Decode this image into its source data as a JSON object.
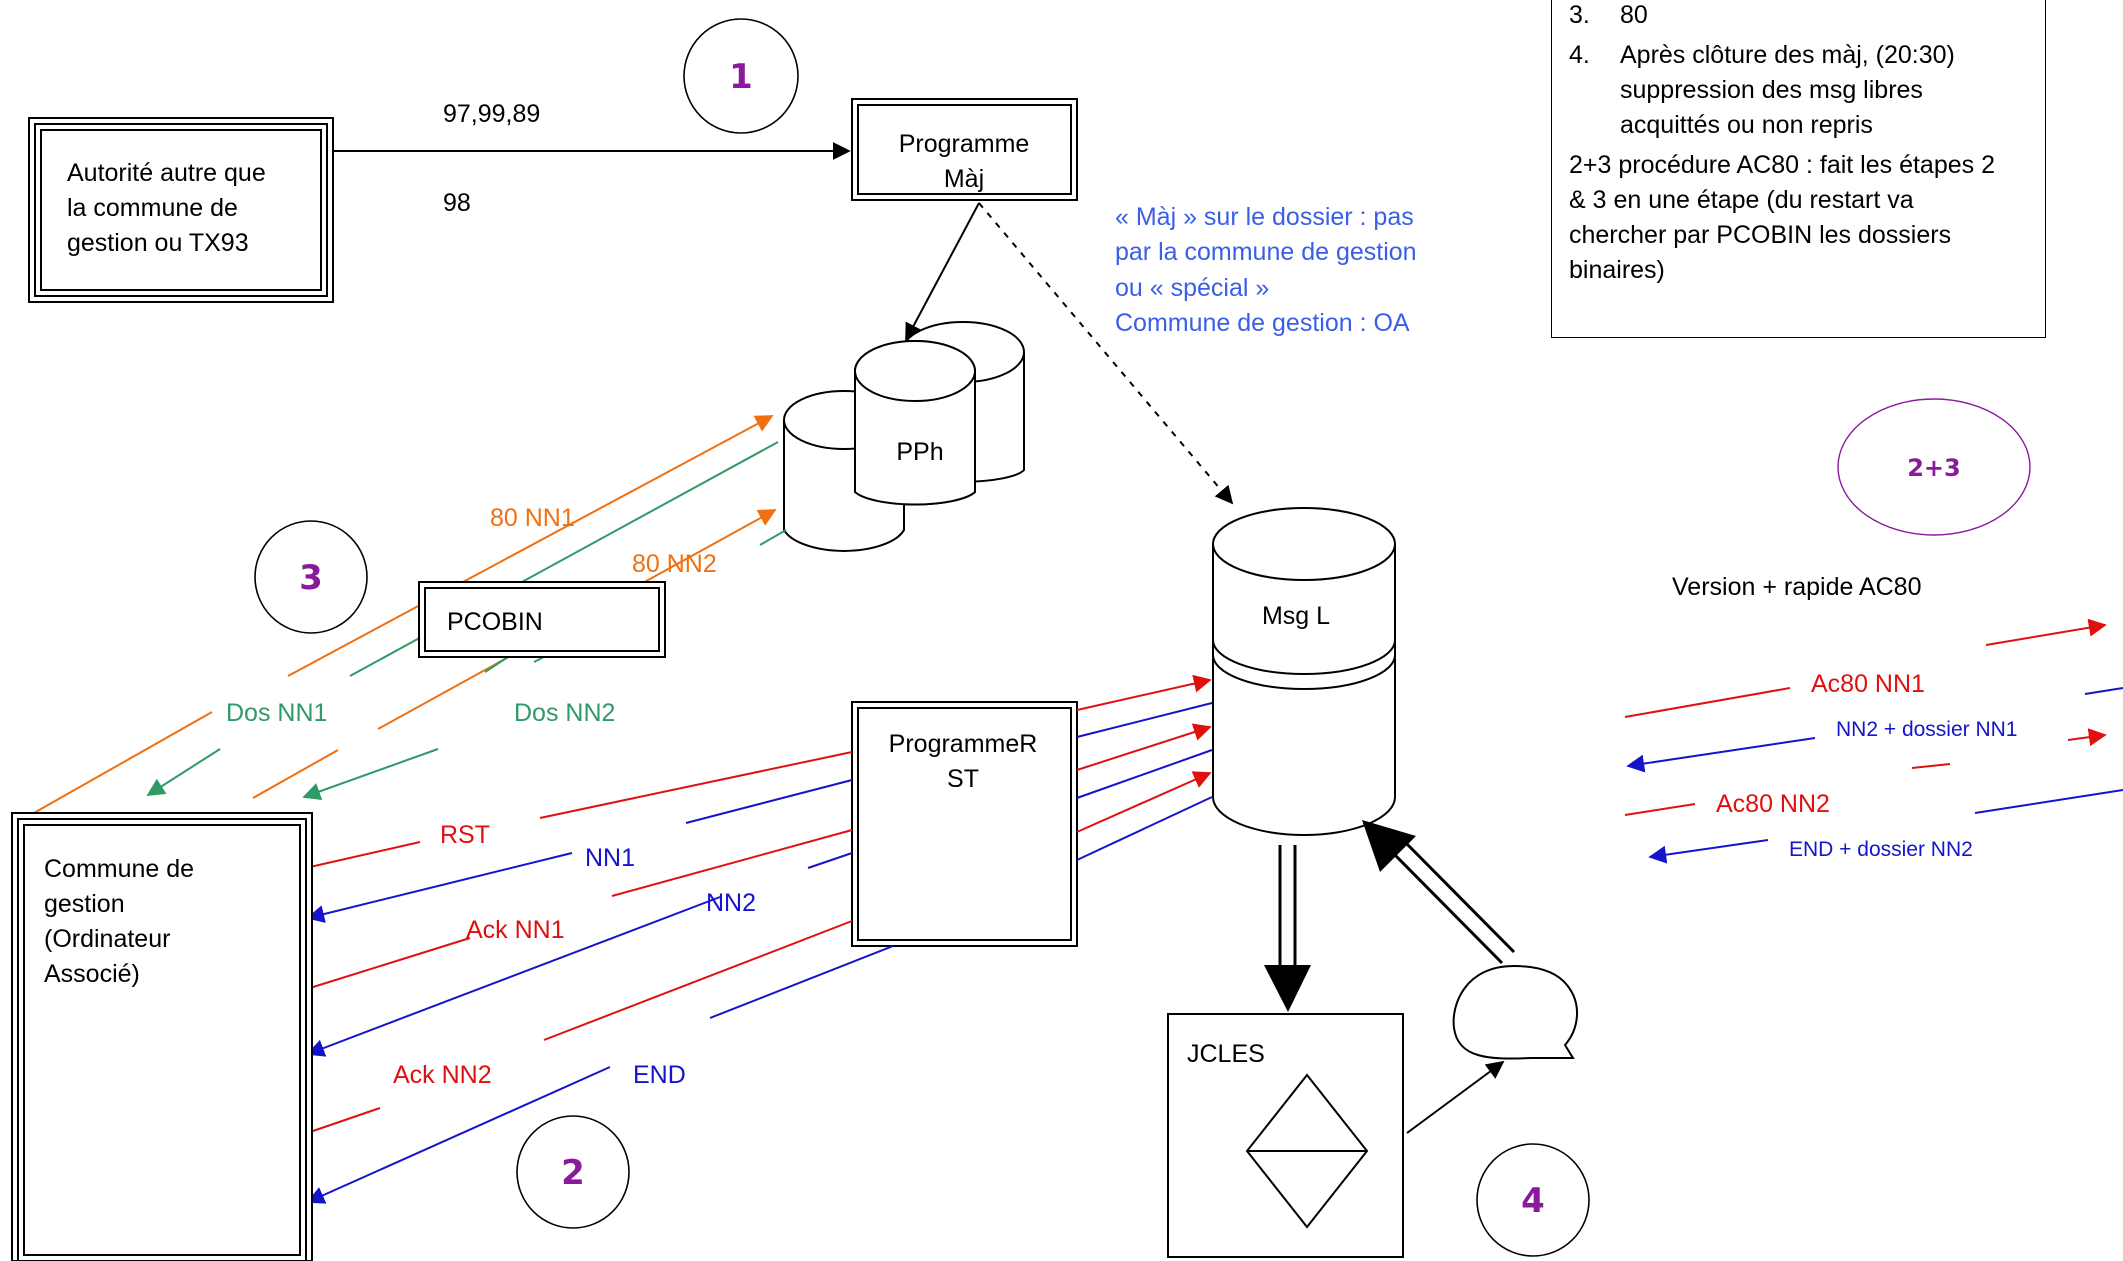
{
  "source": {
    "title_lines": [
      "Autorité autre que",
      "la commune de",
      "gestion ou TX93"
    ],
    "codes_top": "97,99,89",
    "codes_bottom": "98"
  },
  "programme_maj": {
    "lines": [
      "Programme",
      "Màj"
    ]
  },
  "note_blue": {
    "lines": [
      "« Màj » sur le dossier : pas",
      "par la commune de gestion",
      "ou « spécial »",
      "Commune de gestion : OA"
    ],
    "color": "#3a5ee8"
  },
  "pph": {
    "label": "PPh"
  },
  "msg": {
    "label": "Msg L"
  },
  "pcobin": {
    "label": "PCOBIN"
  },
  "programme_rst": {
    "lines": [
      "ProgrammeR",
      "ST"
    ]
  },
  "commune": {
    "lines": [
      "Commune de",
      "gestion",
      "(Ordinateur",
      "Associé)"
    ]
  },
  "jcles": {
    "label": "JCLES"
  },
  "step_numbers": {
    "one": "1",
    "two": "2",
    "three": "3",
    "four": "4",
    "two_three": "2+3"
  },
  "flow_labels": {
    "nn1_80": "80 NN1",
    "nn2_80": "80 NN2",
    "dos_nn1": "Dos NN1",
    "dos_nn2": "Dos NN2",
    "rst": "RST",
    "nn1": "NN1",
    "ack_nn1": "Ack NN1",
    "nn2": "NN2",
    "ack_nn2": "Ack NN2",
    "end": "END"
  },
  "notes": {
    "item3_num": "3.",
    "item3_text": "80",
    "item4_num": "4.",
    "item4_lines": [
      "Après clôture des màj, (20:30)",
      "suppression des msg libres",
      "acquittés ou non repris"
    ],
    "extra_lines": [
      "2+3 procédure AC80 : fait les étapes 2",
      "& 3 en une étape (du restart va",
      "chercher par PCOBIN les dossiers",
      "binaires)"
    ]
  },
  "fast_version": {
    "title": "Version + rapide AC80",
    "ac80_nn1": "Ac80 NN1",
    "nn2_dossier": "NN2 + dossier NN1",
    "ac80_nn2": "Ac80 NN2",
    "end_dossier": "END + dossier NN2"
  },
  "colors": {
    "red": "#e01010",
    "blue": "#1414cc",
    "orange": "#f07010",
    "green": "#2e9a66",
    "purple": "#8a1a9c",
    "note_blue": "#3a5ee8"
  }
}
